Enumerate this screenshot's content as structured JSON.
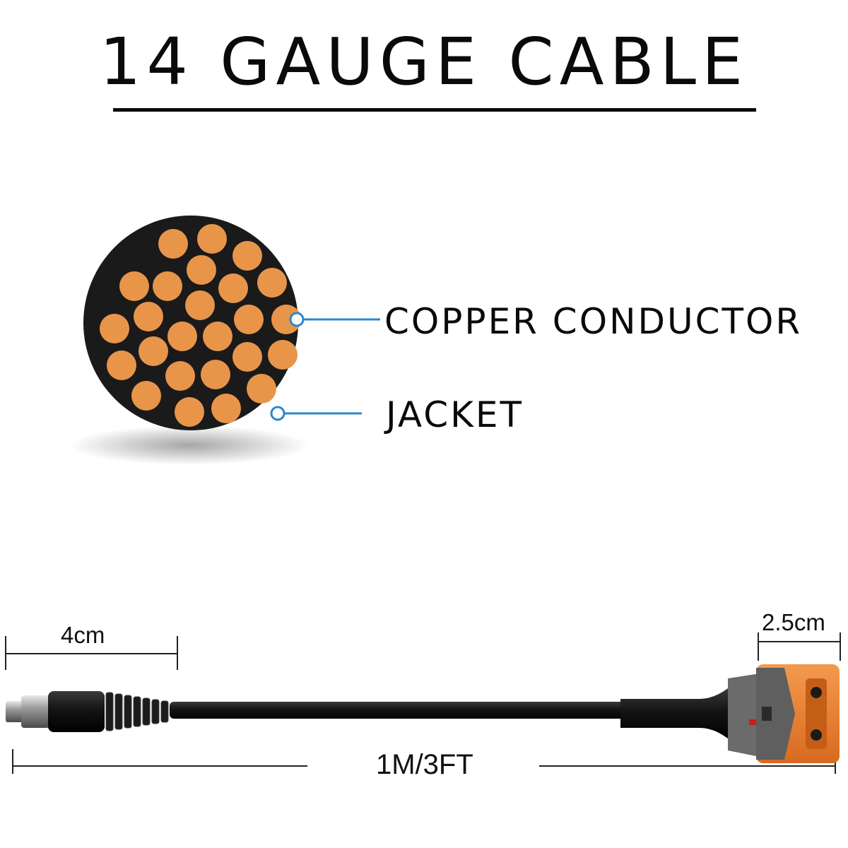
{
  "title": "14 GAUGE CABLE",
  "labels": {
    "conductor": "COPPER CONDUCTOR",
    "jacket": "JACKET"
  },
  "dimensions": {
    "left_connector": "4cm",
    "right_connector": "2.5cm",
    "total_length": "1M/3FT"
  },
  "colors": {
    "copper": "#e8954a",
    "jacket": "#1a1a1a",
    "callout": "#2f86c8",
    "xt_connector": "#e77a2c",
    "xt_housing": "#6b6b6b",
    "cable": "#141414"
  },
  "icons": {
    "cross_section": "cable-cross-section-icon",
    "dc_plug": "dc-barrel-plug-icon",
    "xt_plug": "xt60-connector-icon"
  }
}
